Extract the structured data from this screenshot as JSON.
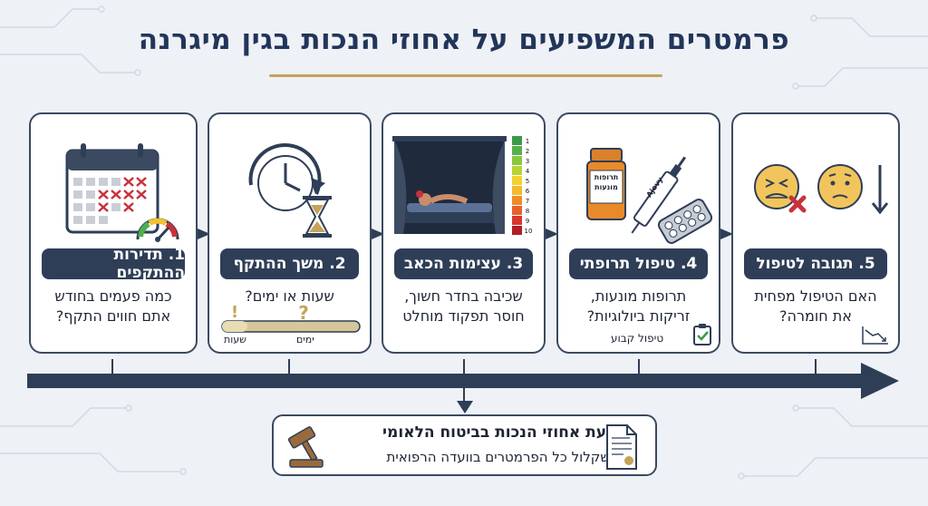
{
  "title": "פרמטרים המשפיעים על אחוזי הנכות בגין מיגרנה",
  "cards": [
    {
      "pill": "1. תדירות ההתקפים",
      "line1": "כמה פעמים בחודש",
      "line2": "אתם חווים התקף?"
    },
    {
      "pill": "2. משך ההתקף",
      "line1": "שעות או ימים?",
      "line2": "",
      "scale_left": "שעות",
      "scale_right": "ימים"
    },
    {
      "pill": "3. עצימות הכאב",
      "line1": "שכיבה בחדר חשוך,",
      "line2": "חוסר תפקוד מוחלט",
      "pain_scale": [
        "1",
        "2",
        "3",
        "4",
        "5",
        "6",
        "7",
        "8",
        "9",
        "10"
      ]
    },
    {
      "pill": "4. טיפול תרופתי",
      "line1": "תרופות מונעות,",
      "line2": "זריקות ביולוגיות?",
      "pill_bottle_label": "תרופות מונעות",
      "syringe_label": "Ajovy",
      "note": "טיפול קבוע"
    },
    {
      "pill": "5. תגובה לטיפול",
      "line1": "האם הטיפול מפחית",
      "line2": "את חומרה?"
    }
  ],
  "final": {
    "title": "קביעת אחוזי הנכות בביטוח הלאומי",
    "subtitle": "שקלול כל הפרמטרים בוועדה הרפואית"
  },
  "colors": {
    "navy": "#2f3e57",
    "gold": "#c4a35a",
    "red": "#c8323c",
    "bg": "#eef1f5"
  }
}
